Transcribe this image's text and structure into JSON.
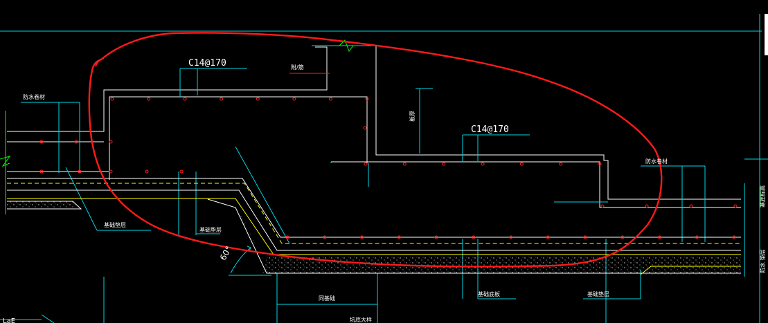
{
  "drawing": {
    "colors": {
      "background": "#000000",
      "line_cyan": "#00d7e6",
      "line_white": "#ffffff",
      "rebar_dot": "#ff2020",
      "markup_red": "#ff1a1a",
      "waterproof_yellow": "#ffff00",
      "green": "#00ff00"
    },
    "labels": {
      "rebar_top": "C14@170",
      "rebar_right": "C14@170",
      "angle": "60°",
      "small_red_note": "附/筋",
      "left_note": "防水卷材",
      "right_note": "防水卷材",
      "vertical_note": "板厚",
      "bottom_left_note": "基础垫层",
      "bottom_mid_note": "基础底板",
      "bottom_right_note": "基础垫层",
      "bottom_dim_note": "同基础",
      "bottom_caption": "坑底大样",
      "right_edge_note_1": "基底标高",
      "right_edge_note_2": "防水 垫层",
      "bottom_left_tag": "LaE"
    }
  }
}
